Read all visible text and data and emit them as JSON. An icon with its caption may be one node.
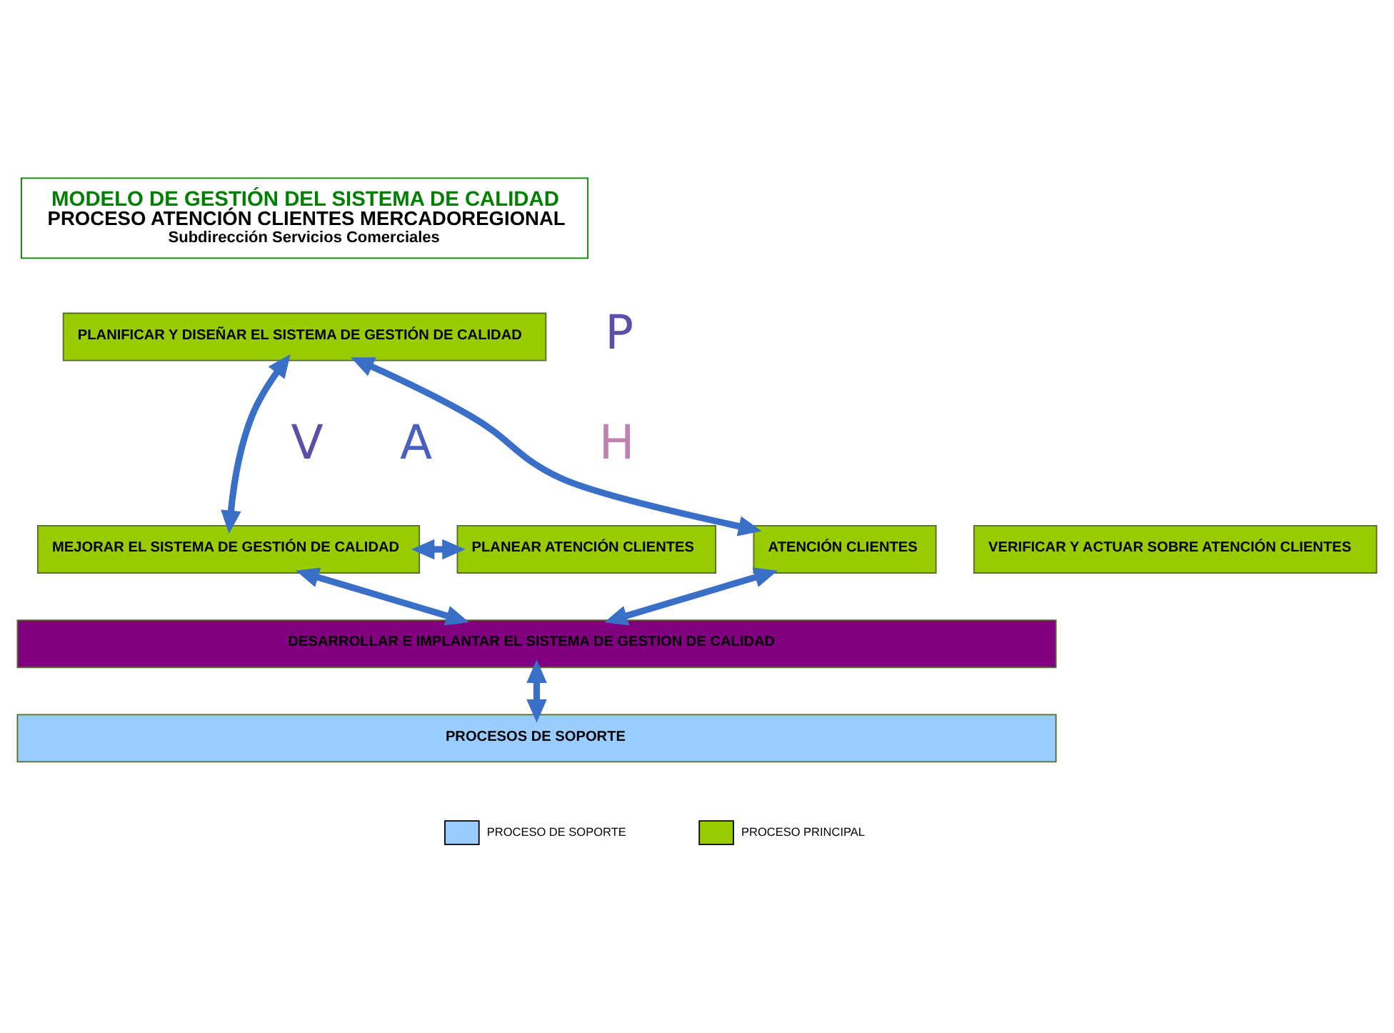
{
  "diagram": {
    "nodes": [
      {
        "text": [
          "MODELO DE GESTIÓN DEL SISTEMA DE CALIDAD",
          "PROCESO ATENCIÓN CLIENTES MERCADOREGIONAL",
          "Subdirección Servicios Comerciales"
        ]
      },
      {
        "text": [
          "PLANIFICAR Y DISEÑAR EL SISTEMA DE GESTIÓN DE CALIDAD"
        ]
      },
      {
        "text": [
          "PLANEAR ATENCIÓN CLIENTES"
        ]
      },
      {
        "text": [
          "ATENCIÓN CLIENTES"
        ]
      },
      {
        "text": [
          "VERIFICAR Y ACTUAR SOBRE ATENCIÓN CLIENTES"
        ]
      },
      {
        "text": [
          "MEJORAR EL SISTEMA DE GESTIÓN DE CALIDAD"
        ]
      },
      {
        "text": [
          "DESARROLLAR E IMPLANTAR EL SISTEMA DE GESTION DE CALIDAD"
        ]
      },
      {
        "text": [
          "PROCESOS DE SOPORTE"
        ]
      }
    ],
    "edges": [
      {
        "from": 1,
        "to": 5,
        "arrow": "both"
      },
      {
        "from": 1,
        "to": 3,
        "arrow": "both"
      },
      {
        "from": 5,
        "to": 2,
        "arrow": "both"
      },
      {
        "from": 5,
        "to": 6,
        "arrow": "both"
      },
      {
        "from": 3,
        "to": 6,
        "arrow": "both"
      },
      {
        "from": 6,
        "to": 7,
        "arrow": "both"
      }
    ],
    "labels": [
      "P",
      "V",
      "A",
      "H"
    ],
    "legend": [
      {
        "text": "PROCESO DE SOPORTE",
        "color": "#99ccff"
      },
      {
        "text": "PROCESO PRINCIPAL",
        "color": "#99cc00"
      }
    ]
  }
}
